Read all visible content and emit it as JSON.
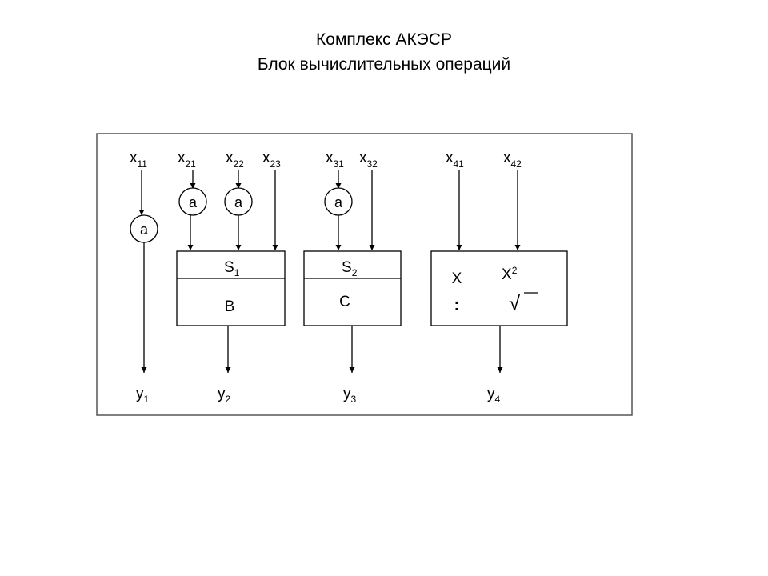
{
  "title": {
    "line1": "Комплекс АКЭСР",
    "line2": "Блок вычислительных операций"
  },
  "inputs": {
    "x11": {
      "base": "x",
      "sub": "11"
    },
    "x21": {
      "base": "x",
      "sub": "21"
    },
    "x22": {
      "base": "x",
      "sub": "22"
    },
    "x23": {
      "base": "x",
      "sub": "23"
    },
    "x31": {
      "base": "x",
      "sub": "31"
    },
    "x32": {
      "base": "x",
      "sub": "32"
    },
    "x41": {
      "base": "x",
      "sub": "41"
    },
    "x42": {
      "base": "x",
      "sub": "42"
    }
  },
  "nodes": {
    "a": "a"
  },
  "blocks": {
    "b1": {
      "top_base": "S",
      "top_sub": "1",
      "bottom": "B"
    },
    "b2": {
      "top_base": "S",
      "top_sub": "2",
      "bottom": "C"
    },
    "b3": {
      "x_label": "X",
      "div_label": ":",
      "sq_base": "X",
      "sq_sup": "2",
      "root": "√"
    }
  },
  "outputs": {
    "y1": {
      "base": "y",
      "sub": "1"
    },
    "y2": {
      "base": "y",
      "sub": "2"
    },
    "y3": {
      "base": "y",
      "sub": "3"
    },
    "y4": {
      "base": "y",
      "sub": "4"
    }
  },
  "colors": {
    "stroke": "#000000",
    "frame": "#555555",
    "background": "#ffffff"
  }
}
